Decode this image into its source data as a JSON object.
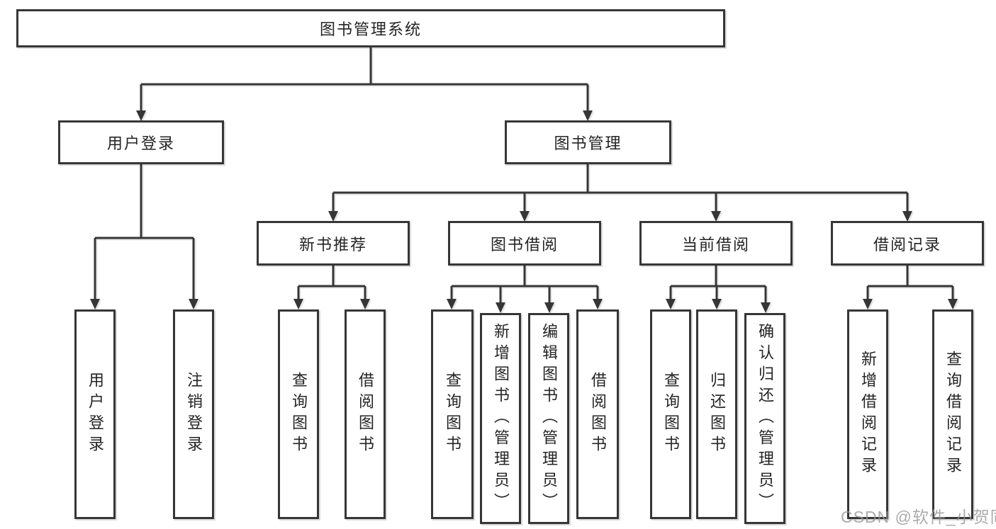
{
  "colors": {
    "background": "#ffffff",
    "line": "#363636",
    "box_border": "#363636",
    "box_background": "#ffffff",
    "text": "#242424",
    "watermark": "#999999"
  },
  "watermark": {
    "text": "CSDN @软件_小贺同学"
  },
  "diagram": {
    "root": {
      "label": "图书管理系统"
    },
    "level2": [
      {
        "id": "user-login",
        "label": "用户登录"
      },
      {
        "id": "book-management",
        "label": "图书管理"
      }
    ],
    "level3": [
      {
        "id": "new-book-recommend",
        "parent": "book-management",
        "label": "新书推荐"
      },
      {
        "id": "book-borrow",
        "parent": "book-management",
        "label": "图书借阅"
      },
      {
        "id": "current-borrow",
        "parent": "book-management",
        "label": "当前借阅"
      },
      {
        "id": "borrow-records",
        "parent": "book-management",
        "label": "借阅记录"
      }
    ],
    "level4": [
      {
        "parent": "user-login",
        "label": "用户登录"
      },
      {
        "parent": "user-login",
        "label": "注销登录"
      },
      {
        "parent": "new-book-recommend",
        "label": "查询图书"
      },
      {
        "parent": "new-book-recommend",
        "label": "借阅图书"
      },
      {
        "parent": "book-borrow",
        "label": "查询图书"
      },
      {
        "parent": "book-borrow",
        "label": "新增图书（管理员）"
      },
      {
        "parent": "book-borrow",
        "label": "编辑图书（管理员）"
      },
      {
        "parent": "book-borrow",
        "label": "借阅图书"
      },
      {
        "parent": "current-borrow",
        "label": "查询图书"
      },
      {
        "parent": "current-borrow",
        "label": "归还图书"
      },
      {
        "parent": "current-borrow",
        "label": "确认归还（管理员）"
      },
      {
        "parent": "borrow-records",
        "label": "新增借阅记录"
      },
      {
        "parent": "borrow-records",
        "label": "查询借阅记录"
      }
    ]
  }
}
